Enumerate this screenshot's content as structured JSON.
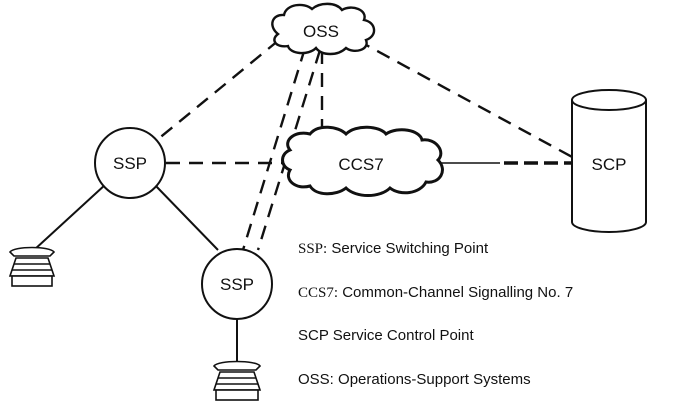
{
  "nodes": {
    "oss": "OSS",
    "ssp_top": "SSP",
    "ssp_bottom": "SSP",
    "ccs7": "CCS7",
    "scp": "SCP"
  },
  "legend": [
    {
      "abbr": "SSP:",
      "text": "Service Switching  Point"
    },
    {
      "abbr": "CCS7:",
      "text": "Common-Channel Signalling No. 7"
    },
    {
      "abbr": "SCP",
      "text": "Service Control Point"
    },
    {
      "abbr": "OSS:",
      "text": "Operations-Support Systems"
    }
  ]
}
